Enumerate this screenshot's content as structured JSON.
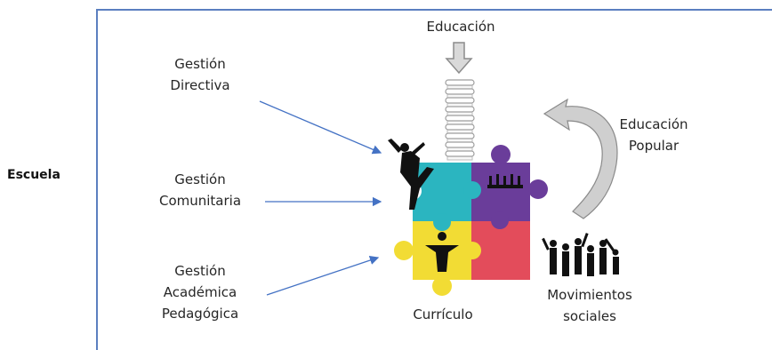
{
  "labels": {
    "escuela": "Escuela",
    "educacion": "Educación",
    "gestion_directiva": [
      "Gestión",
      "Directiva"
    ],
    "gestion_comunitaria": [
      "Gestión",
      "Comunitaria"
    ],
    "gestion_academica": [
      "Gestión",
      "Académica",
      "Pedagógica"
    ],
    "educacion_popular": [
      "Educación",
      "Popular"
    ],
    "curriculo": "Currículo",
    "movimientos_sociales": [
      "Movimientos",
      "sociales"
    ]
  },
  "colors": {
    "frame": "#5b7fc0",
    "arrow_line": "#4472c4",
    "puzzle_teal": "#2bb5c0",
    "puzzle_purple": "#6a3d9a",
    "puzzle_yellow": "#f2dc34",
    "puzzle_red": "#e34c5b",
    "curved_arrow": "#c8c8c8",
    "silhouette": "#111111"
  }
}
